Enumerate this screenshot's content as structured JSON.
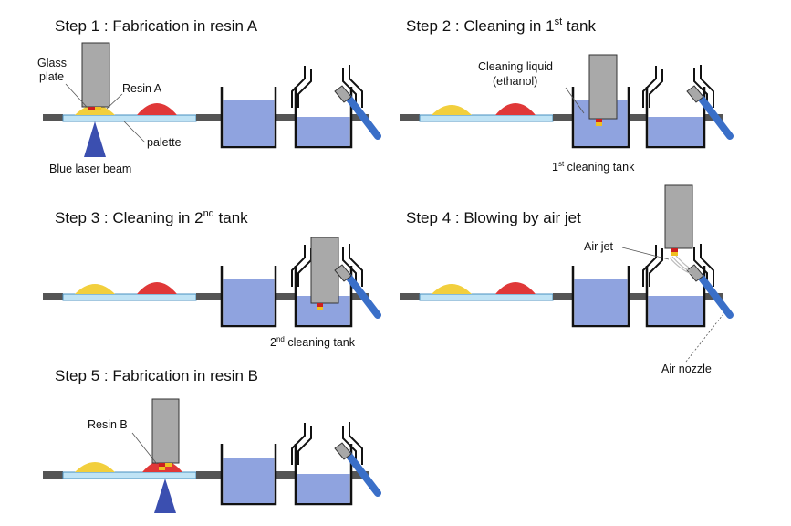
{
  "colors": {
    "rod": "#555555",
    "palette": "#bfe3f5",
    "palette_edge": "#4a90c0",
    "resin_a": "#f2cf3d",
    "resin_b": "#e03838",
    "tank_fill": "#8fa3df",
    "tank_edge": "#111111",
    "laser": "#3b4fb0",
    "nozzle": "#3a6fc8",
    "nozzle_tip": "#a8a8a8",
    "head": "#a9a9a9",
    "sample_red": "#cc1f1f",
    "sample_yellow": "#f0c020"
  },
  "steps": [
    {
      "title": "Step 1 : Fabrication in resin A"
    },
    {
      "title": "Step 2 : Cleaning in 1",
      "title_sup": "st",
      "title_suffix": " tank"
    },
    {
      "title": "Step 3 : Cleaning in 2",
      "title_sup": "nd",
      "title_suffix": " tank"
    },
    {
      "title": "Step 4 : Blowing by air jet"
    },
    {
      "title": "Step 5 : Fabrication in resin B"
    }
  ],
  "labels": {
    "glass_plate_1": "Glass",
    "glass_plate_2": "plate",
    "resin_a": "Resin A",
    "palette": "palette",
    "blue_laser_beam": "Blue laser beam",
    "cleaning_liquid_1": "Cleaning liquid",
    "cleaning_liquid_2": "(ethanol)",
    "first_tank_pre": "1",
    "first_tank_sup": "st",
    "first_tank_post": " cleaning tank",
    "second_tank_pre": "2",
    "second_tank_sup": "nd",
    "second_tank_post": " cleaning tank",
    "air_jet": "Air jet",
    "air_nozzle": "Air nozzle",
    "resin_b": "Resin B"
  }
}
